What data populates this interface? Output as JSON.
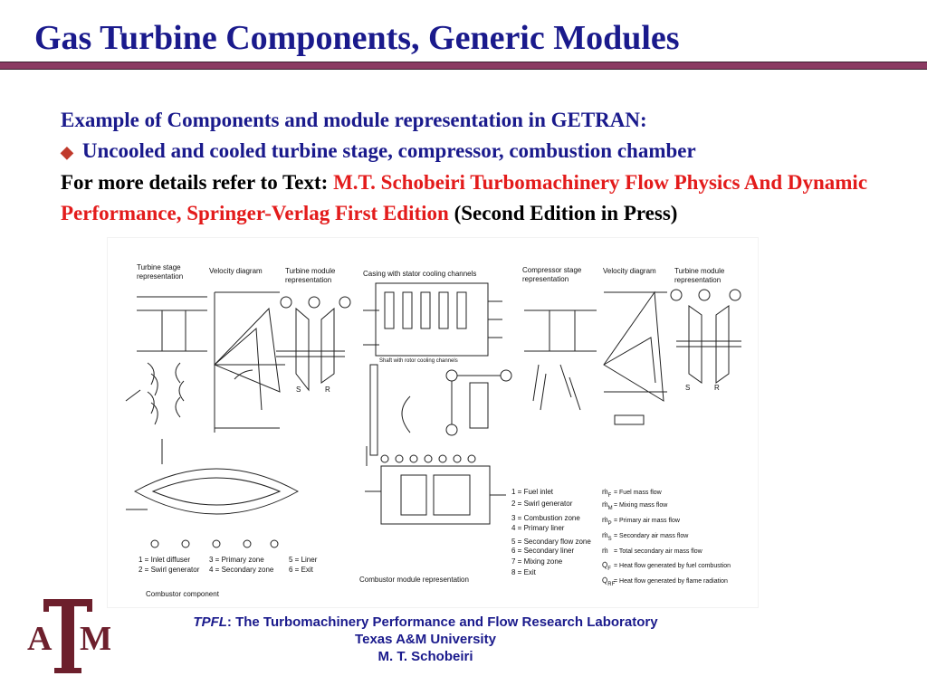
{
  "slide": {
    "title": "Gas Turbine Components, Generic Modules",
    "heading": "Example of Components and module representation in GETRAN:",
    "bullet": "Uncooled and cooled turbine stage, compressor, combustion chamber",
    "refer_prefix": "For more details refer to Text: ",
    "refer_text": "M.T. Schobeiri Turbomachinery Flow Physics And Dynamic Performance, Springer-Verlag First Edition",
    "refer_suffix": " (Second Edition in Press)"
  },
  "figure": {
    "labels": {
      "turbine_stage": [
        "Turbine stage",
        "representation"
      ],
      "velocity_diagram": "Velocity diagram",
      "turbine_module": [
        "Turbine module",
        "representation"
      ],
      "casing": "Casing with stator cooling channels",
      "shaft": "Shaft with rotor cooling channels",
      "compressor_stage": [
        "Compressor stage",
        "representation"
      ],
      "velocity_diagram2": "Velocity diagram",
      "turbine_module2": [
        "Turbine module",
        "representation"
      ],
      "combustor_component": "Combustor component",
      "combustor_module": "Combustor module representation",
      "s": "S",
      "r": "R"
    },
    "legend_left": [
      "1 = Inlet diffuser",
      "2 = Swirl generator",
      "3 = Primary zone",
      "4 = Secondary zone",
      "5 = Liner",
      "6 = Exit"
    ],
    "legend_middle": [
      "1 = Fuel inlet",
      "2 = Swirl generator",
      "3 = Combustion zone",
      "4 = Primary liner",
      "5 = Secondary flow zone",
      "6 = Secondary liner",
      "7 = Mixing zone",
      "8 = Exit"
    ],
    "legend_right": [
      "= Fuel mass flow",
      "= Mixing mass flow",
      "= Primary air mass flow",
      "= Secondary air mass flow",
      "= Total secondary air mass flow",
      "= Heat flow generated by fuel combustion",
      "= Heat flow generated by flame radiation"
    ]
  },
  "logo": {
    "letters_left": "A",
    "letters_center": "T",
    "letters_right": "M",
    "color": "#6d1f2c"
  },
  "footer": {
    "lab_prefix": "TPFL",
    "lab_text": ": The Turbomachinery Performance and Flow Research Laboratory",
    "university": "Texas A&M University",
    "author": "M. T. Schobeiri"
  },
  "colors": {
    "title_blue": "#1a1a8c",
    "reference_red": "#e31b1b",
    "rule_maroon": "#8b3a62"
  }
}
